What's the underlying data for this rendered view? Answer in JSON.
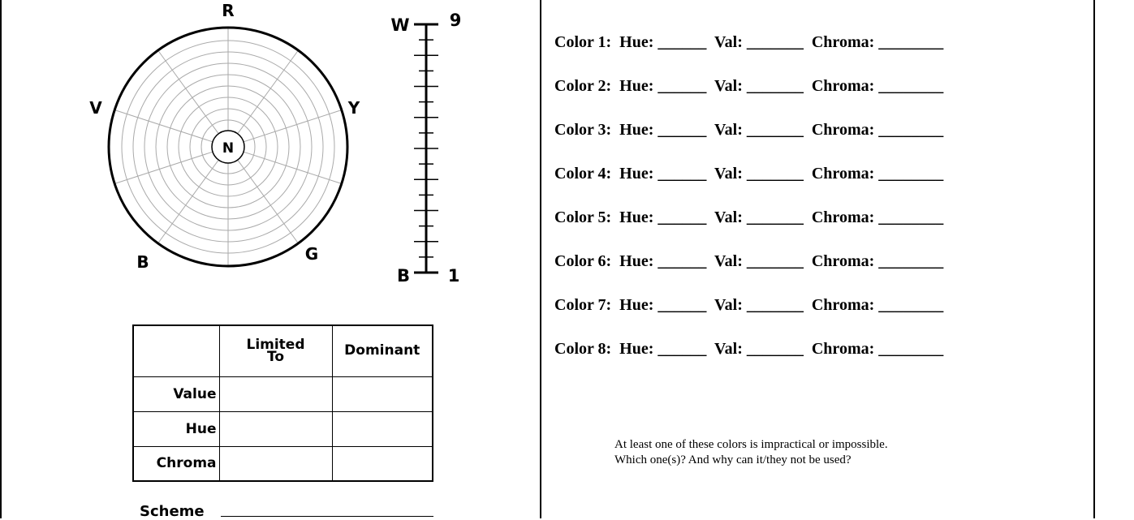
{
  "wheel": {
    "labels": {
      "top": "R",
      "upper_left": "V",
      "upper_right": "Y",
      "lower_left": "B",
      "lower_right": "G",
      "center": "N"
    }
  },
  "value_scale": {
    "top_letter": "W",
    "top_number": "9",
    "bottom_letter": "B",
    "bottom_number": "1"
  },
  "summary_table": {
    "headers": [
      "",
      "Limited To",
      "Dominant"
    ],
    "rows": [
      {
        "label": "Value",
        "limited": "",
        "dominant": ""
      },
      {
        "label": "Hue",
        "limited": "",
        "dominant": ""
      },
      {
        "label": "Chroma",
        "limited": "",
        "dominant": ""
      }
    ]
  },
  "scheme_label": "Scheme",
  "colors": [
    "Color 1:  Hue: ______  Val: _______  Chroma: ________",
    "Color 2:  Hue: ______  Val: _______  Chroma: ________",
    "Color 3:  Hue: ______  Val: _______  Chroma: ________",
    "Color 4:  Hue: ______  Val: _______  Chroma: ________",
    "Color 5:  Hue: ______  Val: _______  Chroma: ________",
    "Color 6:  Hue: ______  Val: _______  Chroma: ________",
    "Color 7:  Hue: ______  Val: _______  Chroma: ________",
    "Color 8:  Hue: ______  Val: _______  Chroma: ________"
  ],
  "note": {
    "line1": "At least one of these colors is impractical or impossible.",
    "line2": "Which one(s)?  And why can it/they not be used?"
  }
}
